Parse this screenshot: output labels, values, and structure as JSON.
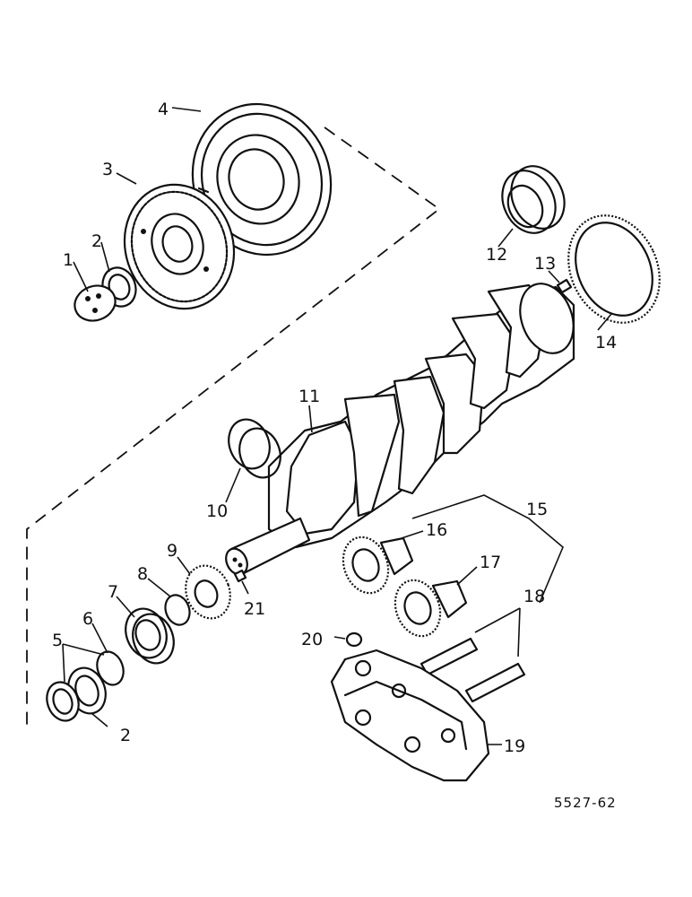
{
  "callouts": {
    "c1": "1",
    "c2a": "2",
    "c2b": "2",
    "c3": "3",
    "c4": "4",
    "c5": "5",
    "c6": "6",
    "c7": "7",
    "c8": "8",
    "c9": "9",
    "c10": "10",
    "c11": "11",
    "c12": "12",
    "c13": "13",
    "c14": "14",
    "c15": "15",
    "c16": "16",
    "c17": "17",
    "c18": "18",
    "c19": "19",
    "c20": "20",
    "c21": "21"
  },
  "reference": "5527-62",
  "colors": {
    "ink": "#111111",
    "paper": "#ffffff"
  }
}
